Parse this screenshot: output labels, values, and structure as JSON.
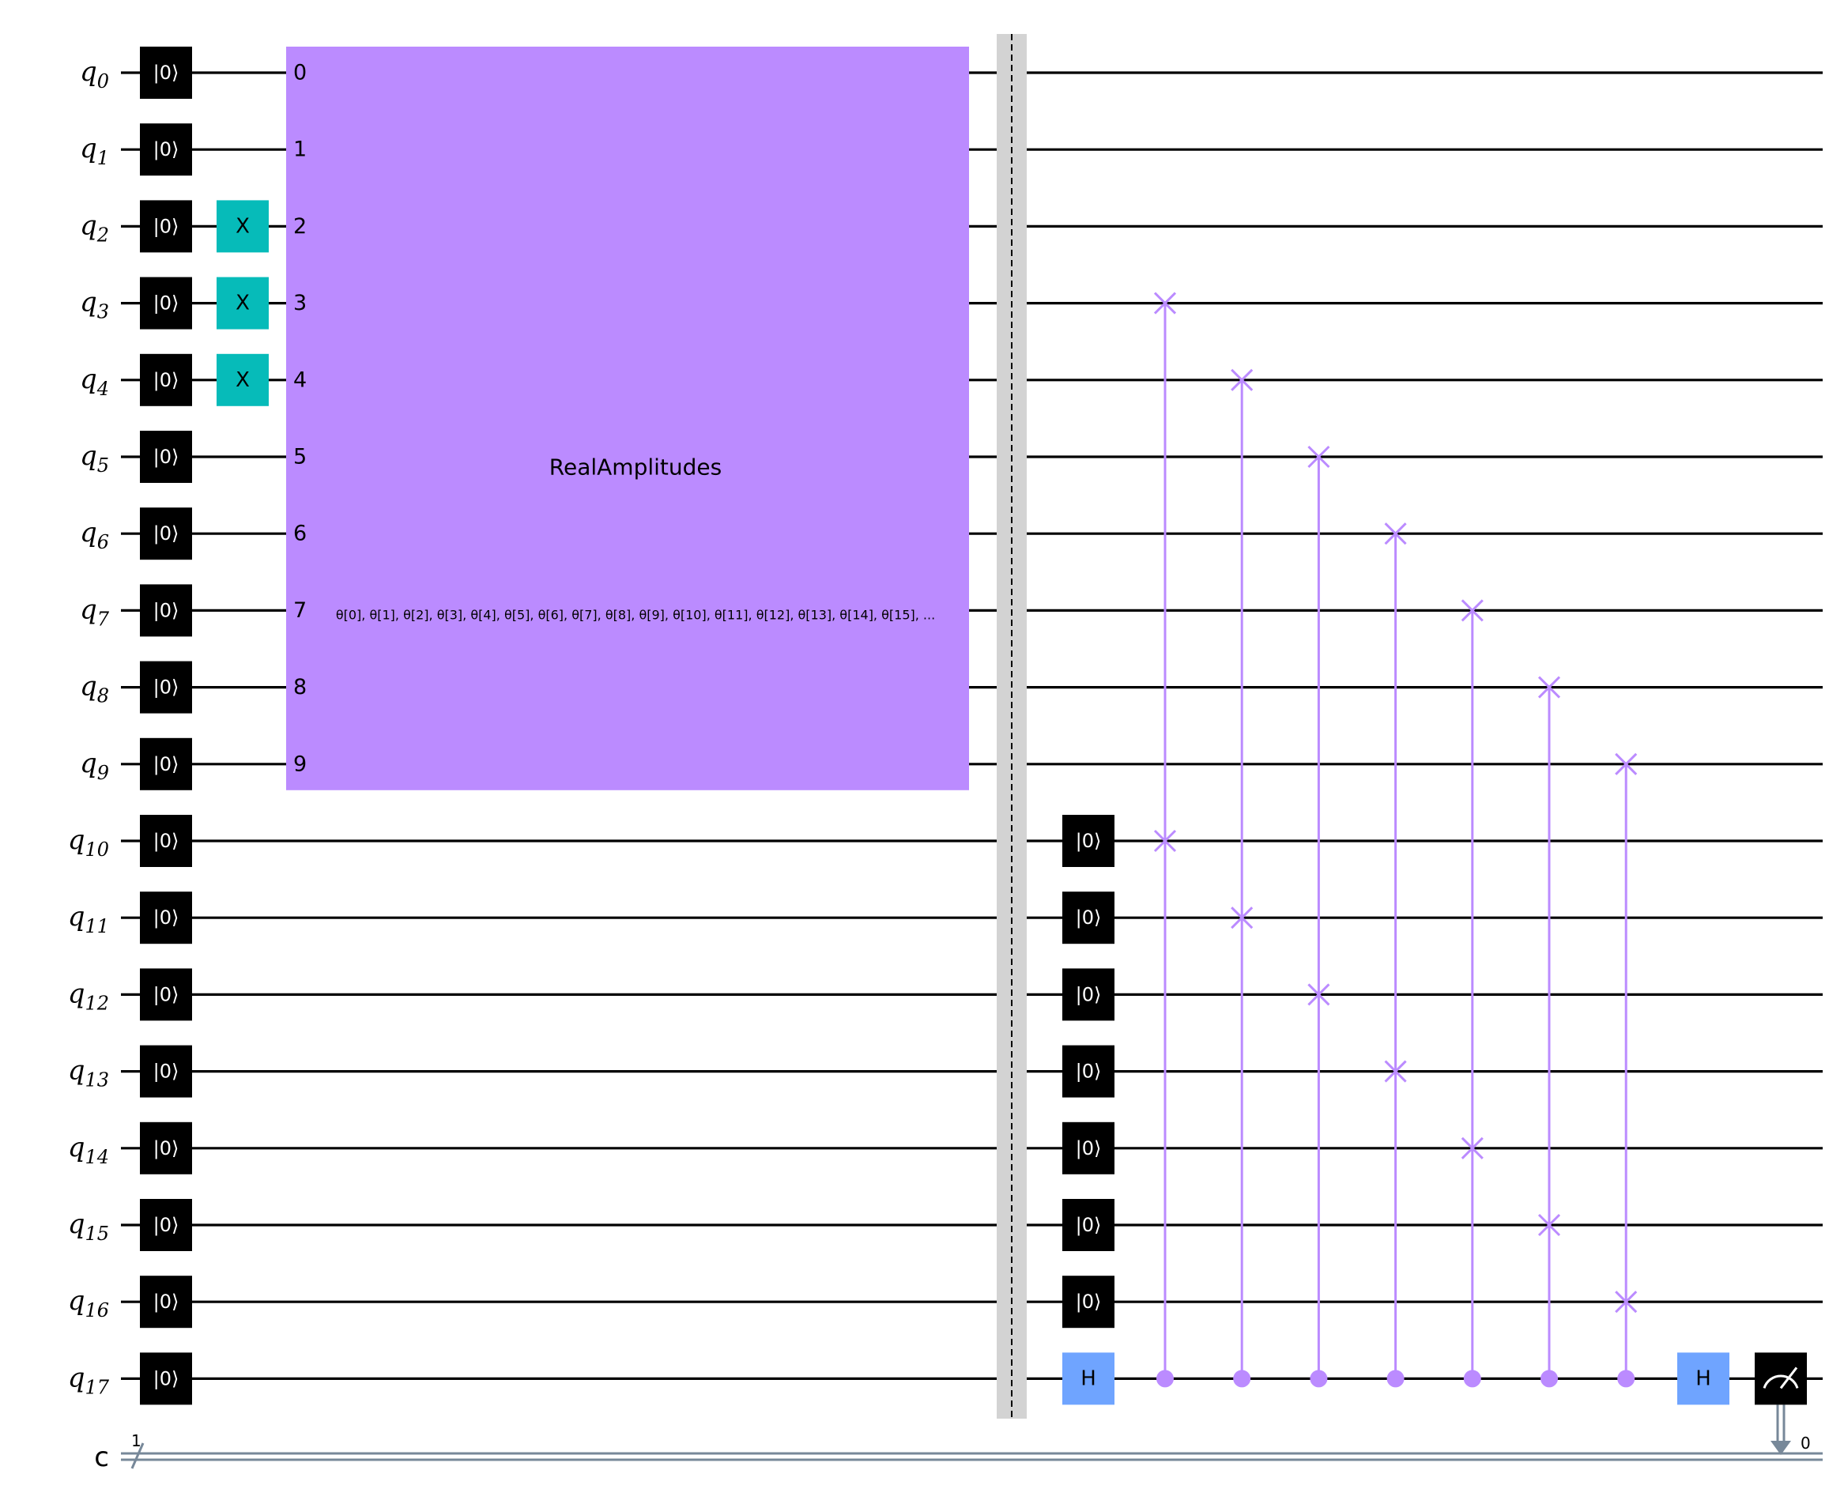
{
  "colors": {
    "reset": "#000000",
    "x_gate": "#06BBB9",
    "real_amplitudes": "#BB8BFF",
    "swap": "#BB8BFF",
    "h_gate": "#6FA4FF",
    "barrier_band": "#D3D3D3",
    "classical_wire": "#778899",
    "measure": "#000000"
  },
  "qubits": [
    {
      "name": "q",
      "index": "0"
    },
    {
      "name": "q",
      "index": "1"
    },
    {
      "name": "q",
      "index": "2"
    },
    {
      "name": "q",
      "index": "3"
    },
    {
      "name": "q",
      "index": "4"
    },
    {
      "name": "q",
      "index": "5"
    },
    {
      "name": "q",
      "index": "6"
    },
    {
      "name": "q",
      "index": "7"
    },
    {
      "name": "q",
      "index": "8"
    },
    {
      "name": "q",
      "index": "9"
    },
    {
      "name": "q",
      "index": "10"
    },
    {
      "name": "q",
      "index": "11"
    },
    {
      "name": "q",
      "index": "12"
    },
    {
      "name": "q",
      "index": "13"
    },
    {
      "name": "q",
      "index": "14"
    },
    {
      "name": "q",
      "index": "15"
    },
    {
      "name": "q",
      "index": "16"
    },
    {
      "name": "q",
      "index": "17"
    }
  ],
  "classical_register": {
    "name": "c",
    "size_label": "1",
    "bit_label": "0"
  },
  "reset_label": "|0⟩",
  "x_gate": {
    "label": "X",
    "qubits": [
      2,
      3,
      4
    ]
  },
  "real_amplitudes": {
    "title": "RealAmplitudes",
    "params": "θ[0], θ[1], θ[2], θ[3], θ[4], θ[5], θ[6], θ[7], θ[8], θ[9], θ[10], θ[11], θ[12], θ[13], θ[14], θ[15], ...",
    "pins": [
      "0",
      "1",
      "2",
      "3",
      "4",
      "5",
      "6",
      "7",
      "8",
      "9"
    ]
  },
  "second_resets": [
    10,
    11,
    12,
    13,
    14,
    15,
    16
  ],
  "h_gate_label": "H",
  "controlled_swaps": [
    {
      "control": 17,
      "targets": [
        3,
        10
      ]
    },
    {
      "control": 17,
      "targets": [
        4,
        11
      ]
    },
    {
      "control": 17,
      "targets": [
        5,
        12
      ]
    },
    {
      "control": 17,
      "targets": [
        6,
        13
      ]
    },
    {
      "control": 17,
      "targets": [
        7,
        14
      ]
    },
    {
      "control": 17,
      "targets": [
        8,
        15
      ]
    },
    {
      "control": 17,
      "targets": [
        9,
        16
      ]
    }
  ],
  "measure": {
    "qubit": 17,
    "clbit": 0
  }
}
